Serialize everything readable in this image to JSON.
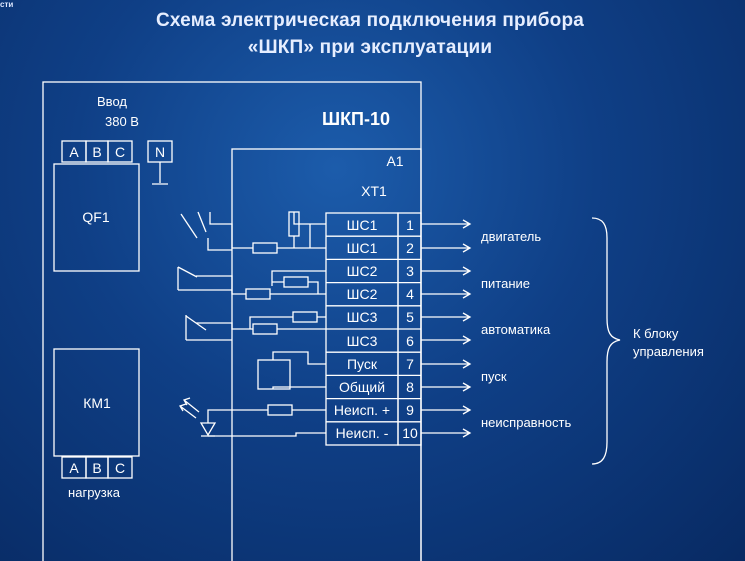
{
  "corner_text": "сти",
  "title_line1": "Схема электрическая подключения прибора",
  "title_line2": "«ШКП» при эксплуатации",
  "device_name": "ШКП-10",
  "input_label_line1": "Ввод",
  "input_label_line2": "380 В",
  "phases": [
    "A",
    "B",
    "C"
  ],
  "neutral": "N",
  "breaker": "QF1",
  "contactor": "КМ1",
  "load_label": "нагрузка",
  "module_label": "А1",
  "terminal_block": "ХТ1",
  "terminals": [
    {
      "name": "ШС1",
      "num": "1"
    },
    {
      "name": "ШС1",
      "num": "2"
    },
    {
      "name": "ШС2",
      "num": "3"
    },
    {
      "name": "ШС2",
      "num": "4"
    },
    {
      "name": "ШС3",
      "num": "5"
    },
    {
      "name": "ШС3",
      "num": "6"
    },
    {
      "name": "Пуск",
      "num": "7"
    },
    {
      "name": "Общий",
      "num": "8"
    },
    {
      "name": "Неисп. +",
      "num": "9"
    },
    {
      "name": "Неисп. -",
      "num": "10"
    }
  ],
  "signals": [
    "двигатель",
    "питание",
    "автоматика",
    "пуск",
    "неисправность"
  ],
  "target_line1": "К блоку",
  "target_line2": "управления",
  "colors": {
    "background": "#0f3f86",
    "lines": "#ffffff"
  }
}
